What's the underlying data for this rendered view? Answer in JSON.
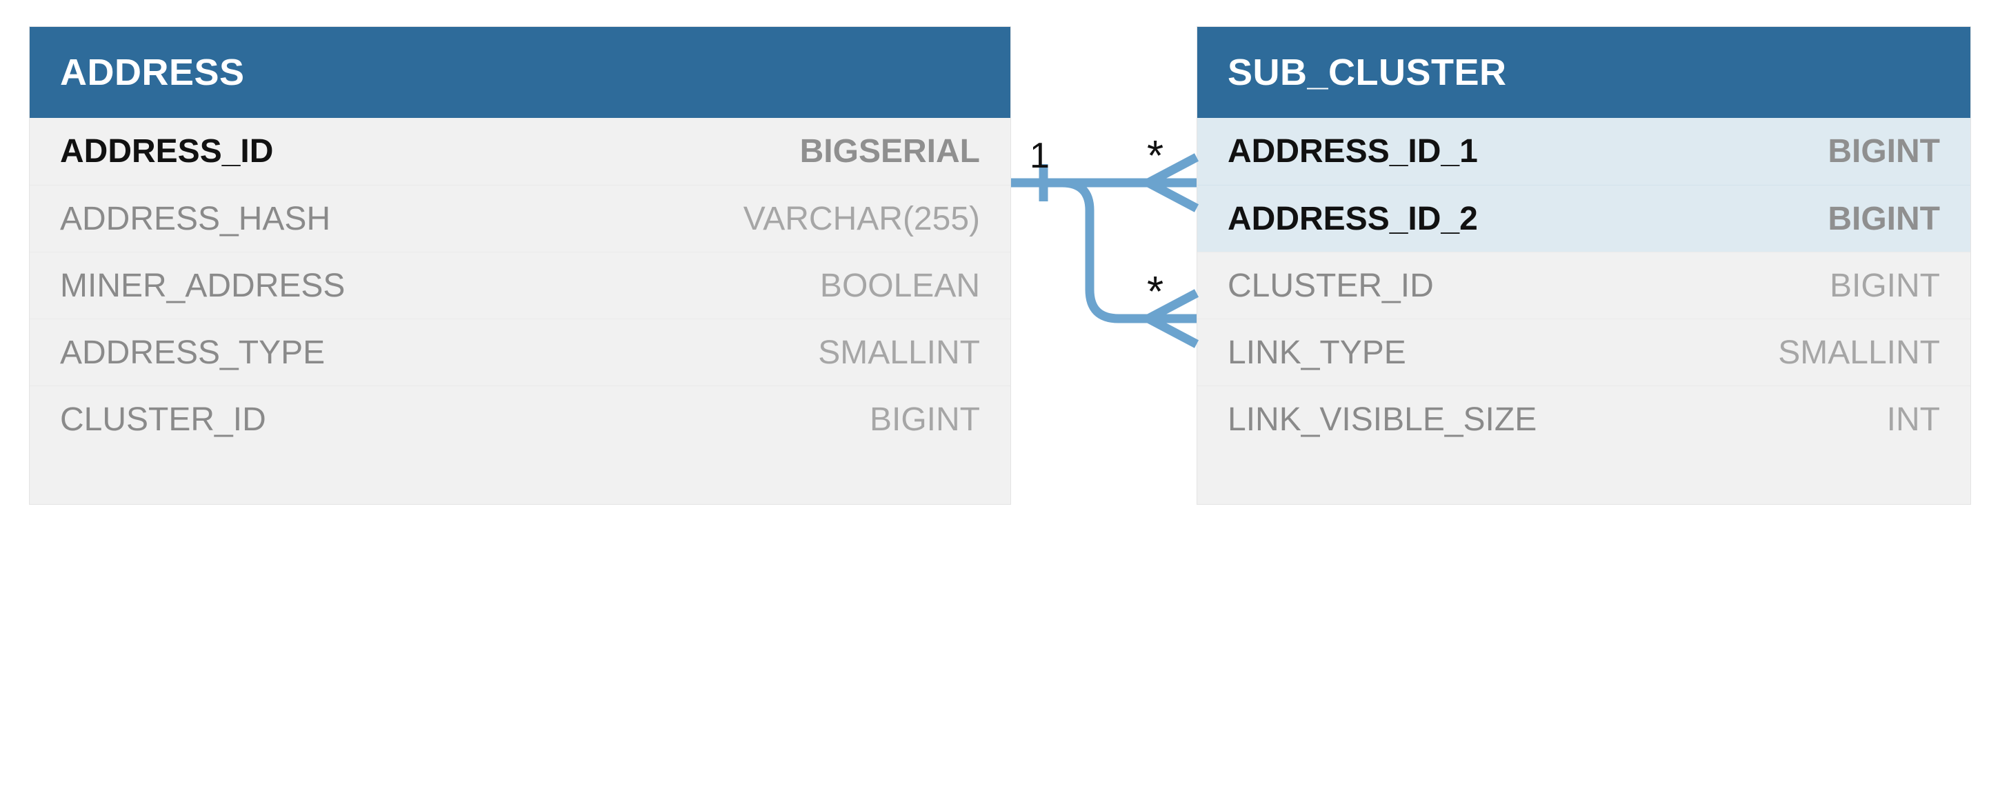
{
  "diagram": {
    "type": "entity-relationship-diagram",
    "notation": "crows-foot",
    "background_color": "#FFFFFF",
    "header_color": "#2E6B9A",
    "row_color": "#F1F1F1",
    "highlight_color": "#DEEAF1",
    "connector_color": "#6BA3CE",
    "key_text_color": "#111111",
    "text_color": "#8A8A8A",
    "type_text_color": "#A6A6A6"
  },
  "entities": [
    {
      "id": "address",
      "title": "ADDRESS",
      "attributes": [
        {
          "name": "ADDRESS_ID",
          "type": "BIGSERIAL",
          "key": true,
          "highlight": false
        },
        {
          "name": "ADDRESS_HASH",
          "type": "VARCHAR(255)",
          "key": false,
          "highlight": false
        },
        {
          "name": "MINER_ADDRESS",
          "type": "BOOLEAN",
          "key": false,
          "highlight": false
        },
        {
          "name": "ADDRESS_TYPE",
          "type": "SMALLINT",
          "key": false,
          "highlight": false
        },
        {
          "name": "CLUSTER_ID",
          "type": "BIGINT",
          "key": false,
          "highlight": false
        }
      ]
    },
    {
      "id": "sub_cluster",
      "title": "SUB_CLUSTER",
      "attributes": [
        {
          "name": "ADDRESS_ID_1",
          "type": "BIGINT",
          "key": true,
          "highlight": true
        },
        {
          "name": "ADDRESS_ID_2",
          "type": "BIGINT",
          "key": true,
          "highlight": true
        },
        {
          "name": "CLUSTER_ID",
          "type": "BIGINT",
          "key": false,
          "highlight": false
        },
        {
          "name": "LINK_TYPE",
          "type": "SMALLINT",
          "key": false,
          "highlight": false
        },
        {
          "name": "LINK_VISIBLE_SIZE",
          "type": "INT",
          "key": false,
          "highlight": false
        }
      ]
    }
  ],
  "relationships": [
    {
      "id": "address-to-subcluster-1",
      "from_entity": "ADDRESS",
      "from_attribute": "ADDRESS_ID",
      "from_cardinality": "1",
      "to_entity": "SUB_CLUSTER",
      "to_attribute": "ADDRESS_ID_1",
      "to_cardinality": "*"
    },
    {
      "id": "address-to-subcluster-2",
      "from_entity": "ADDRESS",
      "from_attribute": "ADDRESS_ID",
      "from_cardinality": "1",
      "to_entity": "SUB_CLUSTER",
      "to_attribute": "ADDRESS_ID_2",
      "to_cardinality": "*"
    }
  ],
  "cardinality_labels": {
    "one": "1",
    "many_top": "*",
    "many_bottom": "*"
  }
}
